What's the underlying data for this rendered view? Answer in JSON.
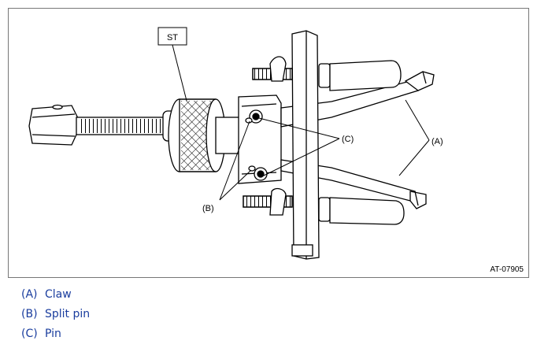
{
  "figure": {
    "st_label": "ST",
    "callouts": {
      "a": "(A)",
      "b": "(B)",
      "c": "(C)"
    },
    "figure_id": "AT-07905"
  },
  "legend": [
    {
      "key": "(A)",
      "text": "Claw"
    },
    {
      "key": "(B)",
      "text": "Split pin"
    },
    {
      "key": "(C)",
      "text": "Pin"
    }
  ],
  "colors": {
    "legend_text": "#1a3d9e",
    "line": "#000000"
  }
}
